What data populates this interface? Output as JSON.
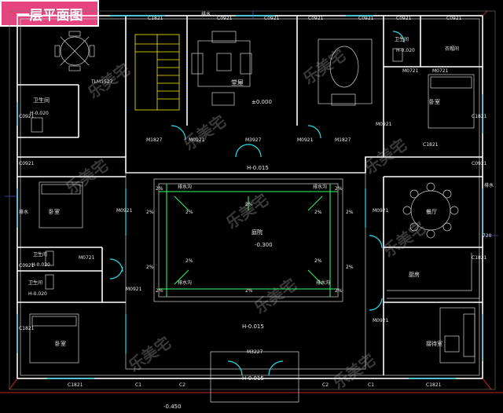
{
  "title": "一层平面图",
  "rooms": {
    "tl_bath": "卫生间",
    "tl_bath_elev": "H-0.020",
    "hall": "堂屋",
    "hall_elev": "±0.000",
    "tr_bath": "卫生间",
    "tr_bath_elev": "H-0.020",
    "cloak": "衣帽间",
    "tr_bed": "卧室",
    "left_bed1": "卧室",
    "left_bath1": "卫生间",
    "left_bath1_elev": "H-0.020",
    "left_bath2": "卫生间",
    "left_bath2_elev": "H-0.020",
    "left_bed2": "卧室",
    "courtyard": "庭院",
    "courtyard_elev": "-0.300",
    "dining": "餐厅",
    "kitchen": "厨房",
    "living": "接待室"
  },
  "labels": {
    "drain_top": "排水",
    "drain_left": "排水",
    "drain_right": "排水",
    "ditch_tl": "排水沟",
    "ditch_tr": "排水沟",
    "ditch_bl": "排水沟",
    "ditch_br": "排水沟",
    "elev_court_top": "H-0.015",
    "elev_court_bottom": "H-0.015",
    "elev_entry": "H-0.015",
    "elev_site": "-0.450",
    "dim_720": "720"
  },
  "codes": {
    "c1821_a": "C1821",
    "c0921_a": "C0921",
    "c0921_b": "C0921",
    "c0921_c": "C0921",
    "c0921_d": "C0921",
    "c0921_e": "C0921",
    "c0921_f": "C0921",
    "tlm1527": "TLM1527",
    "m1827_a": "M1827",
    "m0921_a": "M0921",
    "m3927": "M3927",
    "m0921_b": "M0921",
    "m1827_b": "M1827",
    "m0921_c": "M0921",
    "m0721_a": "M0721",
    "m0721_b": "M0721",
    "c1821_b": "C1821",
    "m0921_d": "M0921",
    "m0921_e": "M0921",
    "m0721_c": "M0721",
    "m0921_f": "M0921",
    "m0921_g": "M0921",
    "m3227": "M3227",
    "c1821_c": "C1821",
    "c1_a": "C1",
    "c2_a": "C2",
    "c2_b": "C2",
    "c1_b": "C1",
    "c1821_d": "C1821",
    "c0921_l1": "C0921",
    "c0921_l2": "C0921",
    "c0921_l3": "C0921",
    "c1821_l": "C1821",
    "c1821_r1": "C1821",
    "c0921_r": "C0921",
    "c1821_r2": "C1821"
  },
  "slopes": [
    "2%",
    "2%",
    "2%",
    "2%",
    "2%",
    "2%",
    "2%",
    "2%",
    "2%",
    "2%",
    "2%",
    "2%",
    "2%",
    "2%"
  ],
  "watermark": "乐美宅"
}
